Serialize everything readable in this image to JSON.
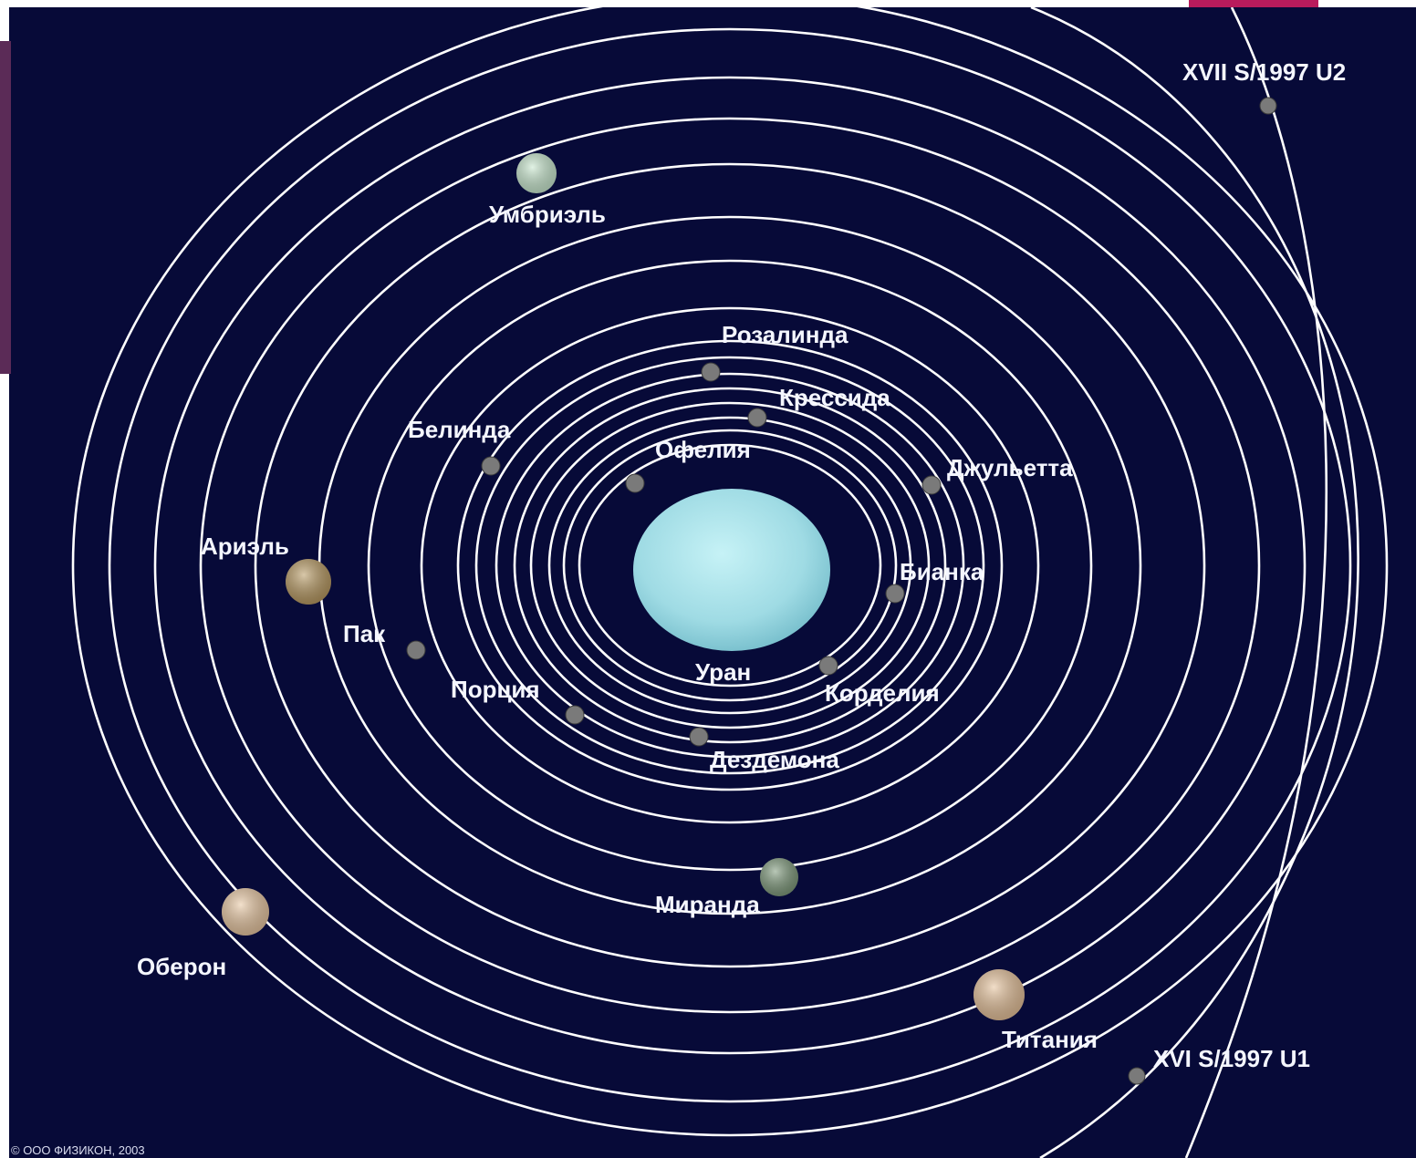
{
  "planet": {
    "name": "Уран",
    "color": "#a8e4ec"
  },
  "moons": [
    {
      "name": "Умбриэль",
      "icon": "umbriel-moon-icon",
      "color": "#c9e8cf"
    },
    {
      "name": "Розалинда",
      "icon": "rosalind-moon-icon",
      "color": "#7a7a7a"
    },
    {
      "name": "Крессида",
      "icon": "cressida-moon-icon",
      "color": "#7a7a7a"
    },
    {
      "name": "Белинда",
      "icon": "belinda-moon-icon",
      "color": "#7a7a7a"
    },
    {
      "name": "Офелия",
      "icon": "ophelia-moon-icon",
      "color": "#7a7a7a"
    },
    {
      "name": "Джульетта",
      "icon": "juliet-moon-icon",
      "color": "#7a7a7a"
    },
    {
      "name": "Ариэль",
      "icon": "ariel-moon-icon",
      "color": "#b89a63"
    },
    {
      "name": "Бианка",
      "icon": "bianca-moon-icon",
      "color": "#7a7a7a"
    },
    {
      "name": "Пак",
      "icon": "puck-moon-icon",
      "color": "#7a7a7a"
    },
    {
      "name": "Порция",
      "icon": "portia-moon-icon",
      "color": "#7a7a7a"
    },
    {
      "name": "Корделия",
      "icon": "cordelia-moon-icon",
      "color": "#7a7a7a"
    },
    {
      "name": "Дездемона",
      "icon": "desdemona-moon-icon",
      "color": "#7a7a7a"
    },
    {
      "name": "Миранда",
      "icon": "miranda-moon-icon",
      "color": "#7f9a7c"
    },
    {
      "name": "Оберон",
      "icon": "oberon-moon-icon",
      "color": "#e8c7a2"
    },
    {
      "name": "Титания",
      "icon": "titania-moon-icon",
      "color": "#e6c29b"
    },
    {
      "name": "XVI S/1997 U1",
      "icon": "xvi-moon-icon",
      "color": "#7a7a7a"
    },
    {
      "name": "XVII S/1997 U2",
      "icon": "xvii-moon-icon",
      "color": "#7a7a7a"
    }
  ],
  "copyright": "© ООО ФИЗИКОН, 2003"
}
